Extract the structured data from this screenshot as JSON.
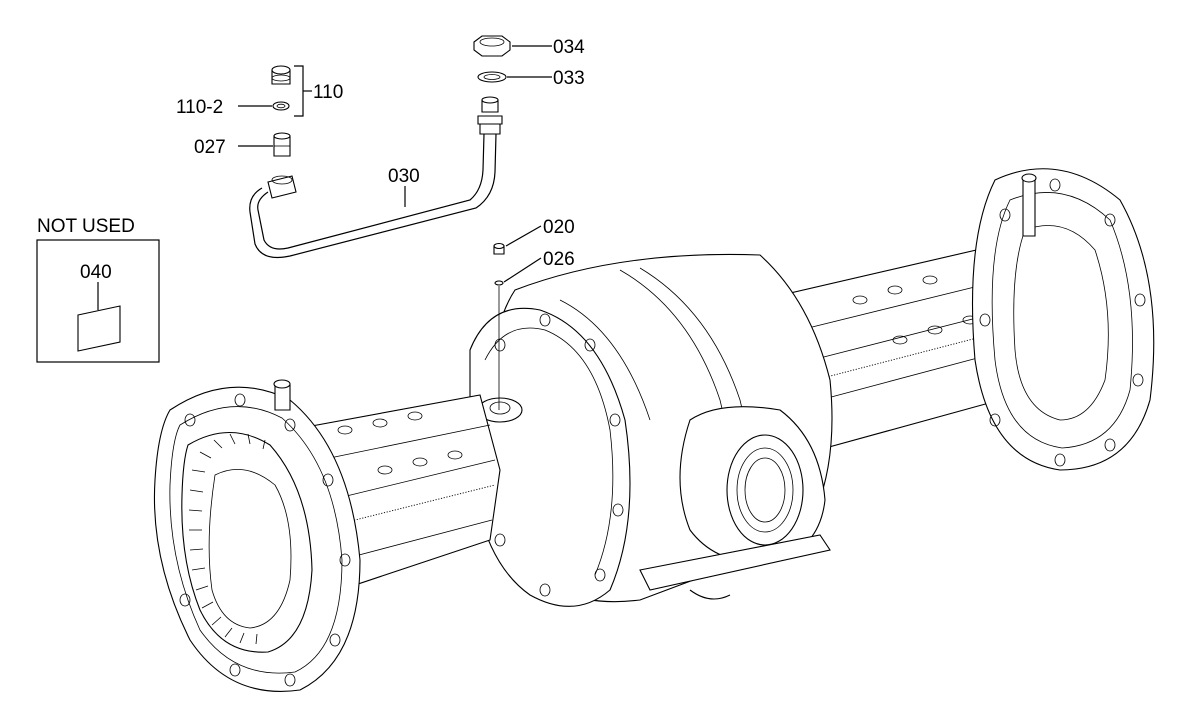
{
  "labels": {
    "p034": "034",
    "p033": "033",
    "p110": "110",
    "p110_2": "110-2",
    "p027": "027",
    "p030": "030",
    "p020": "020",
    "p026": "026",
    "not_used": "NOT USED",
    "p040": "040"
  }
}
